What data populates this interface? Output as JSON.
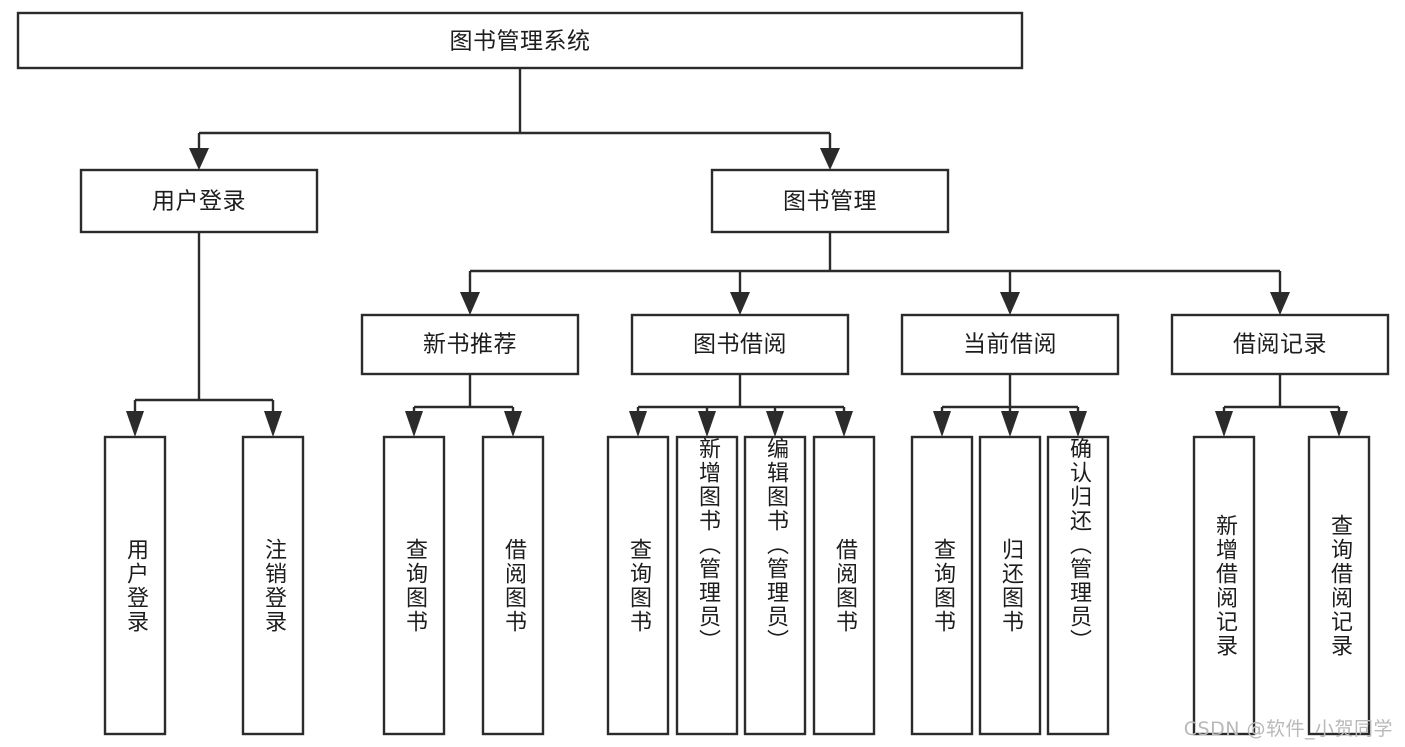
{
  "diagram": {
    "title": "图书管理系统",
    "type": "hierarchy-tree",
    "orientation": "top-down",
    "colors": {
      "box_stroke": "#2b2b2b",
      "box_fill": "#ffffff",
      "connector": "#2b2b2b",
      "text": "#1d1d1d",
      "background": "#ffffff",
      "watermark": "#b9b9b9"
    },
    "watermark": "CSDN @软件_小贺同学",
    "root": {
      "label": "图书管理系统"
    },
    "level2": [
      {
        "label": "用户登录"
      },
      {
        "label": "图书管理"
      }
    ],
    "level3": [
      {
        "label": "新书推荐"
      },
      {
        "label": "图书借阅"
      },
      {
        "label": "当前借阅"
      },
      {
        "label": "借阅记录"
      }
    ],
    "leaves": {
      "user_login": [
        {
          "label": "用户登录"
        },
        {
          "label": "注销登录"
        }
      ],
      "new_book_recommend": [
        {
          "label": "查询图书"
        },
        {
          "label": "借阅图书"
        }
      ],
      "book_borrow": [
        {
          "label": "查询图书"
        },
        {
          "label": "新增图书（管理员）"
        },
        {
          "label": "编辑图书（管理员）"
        },
        {
          "label": "借阅图书"
        }
      ],
      "current_borrow": [
        {
          "label": "查询图书"
        },
        {
          "label": "归还图书"
        },
        {
          "label": "确认归还（管理员）"
        }
      ],
      "borrow_record": [
        {
          "label": "新增借阅记录"
        },
        {
          "label": "查询借阅记录"
        }
      ]
    }
  }
}
